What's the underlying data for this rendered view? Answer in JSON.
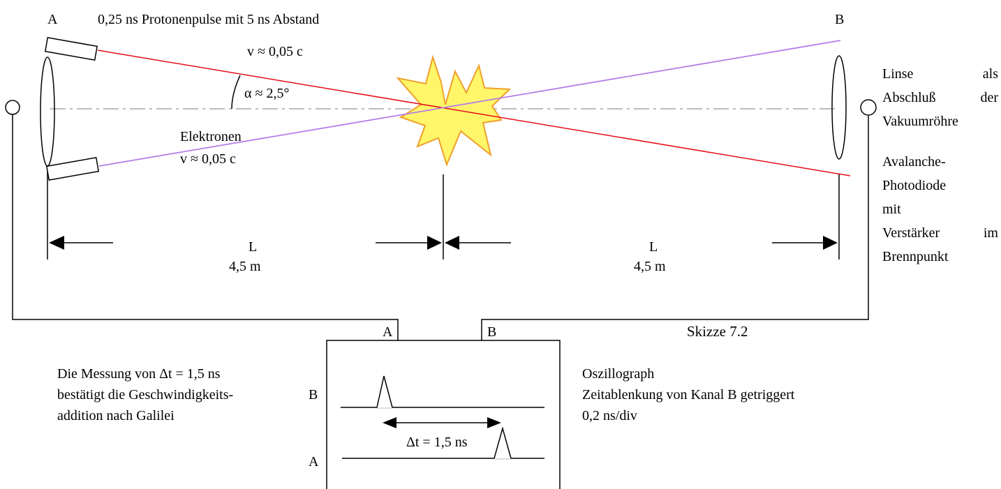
{
  "labels": {
    "point_a": "A",
    "point_b": "B",
    "proton_pulse": "0,25 ns Protonenpulse mit 5 ns Abstand",
    "v_protons": "v ≈ 0,05 c",
    "angle": "α ≈ 2,5°",
    "electrons": "Elektronen",
    "v_electrons": "v ≈ 0,05 c",
    "distance_left": "L",
    "distance_left_value": "4,5 m",
    "distance_right": "L",
    "distance_right_value": "4,5 m",
    "lens_1": "Linse",
    "lens_1b": "als",
    "lens_2a": "Abschluß",
    "lens_2b": "der",
    "lens_3": "Vakuumröhre",
    "diode_1": "Avalanche-",
    "diode_2": "Photodiode",
    "diode_3": "mit",
    "diode_4a": "Verstärker",
    "diode_4b": "im",
    "diode_5": "Brennpunkt",
    "osc_input_a": "A",
    "osc_input_b": "B",
    "sketch": "Skizze 7.2",
    "measure_1": "Die Messung von Δt = 1,5 ns",
    "measure_2": "bestätigt die Geschwindigkeits-",
    "measure_3": "addition nach Galilei",
    "channel_b": "B",
    "channel_a": "A",
    "delta_t": "Δt = 1,5 ns",
    "osc_1": "Oszillograph",
    "osc_2": "Zeitablenkung von Kanal B getriggert",
    "osc_3": "0,2 ns/div"
  },
  "colors": {
    "proton_beam": "#e3101a",
    "electron_beam": "#b57ee8",
    "axis": "#a6a6a6",
    "burst_fill": "#fff66a",
    "burst_stroke": "#f0a02a",
    "ink": "#000000"
  }
}
